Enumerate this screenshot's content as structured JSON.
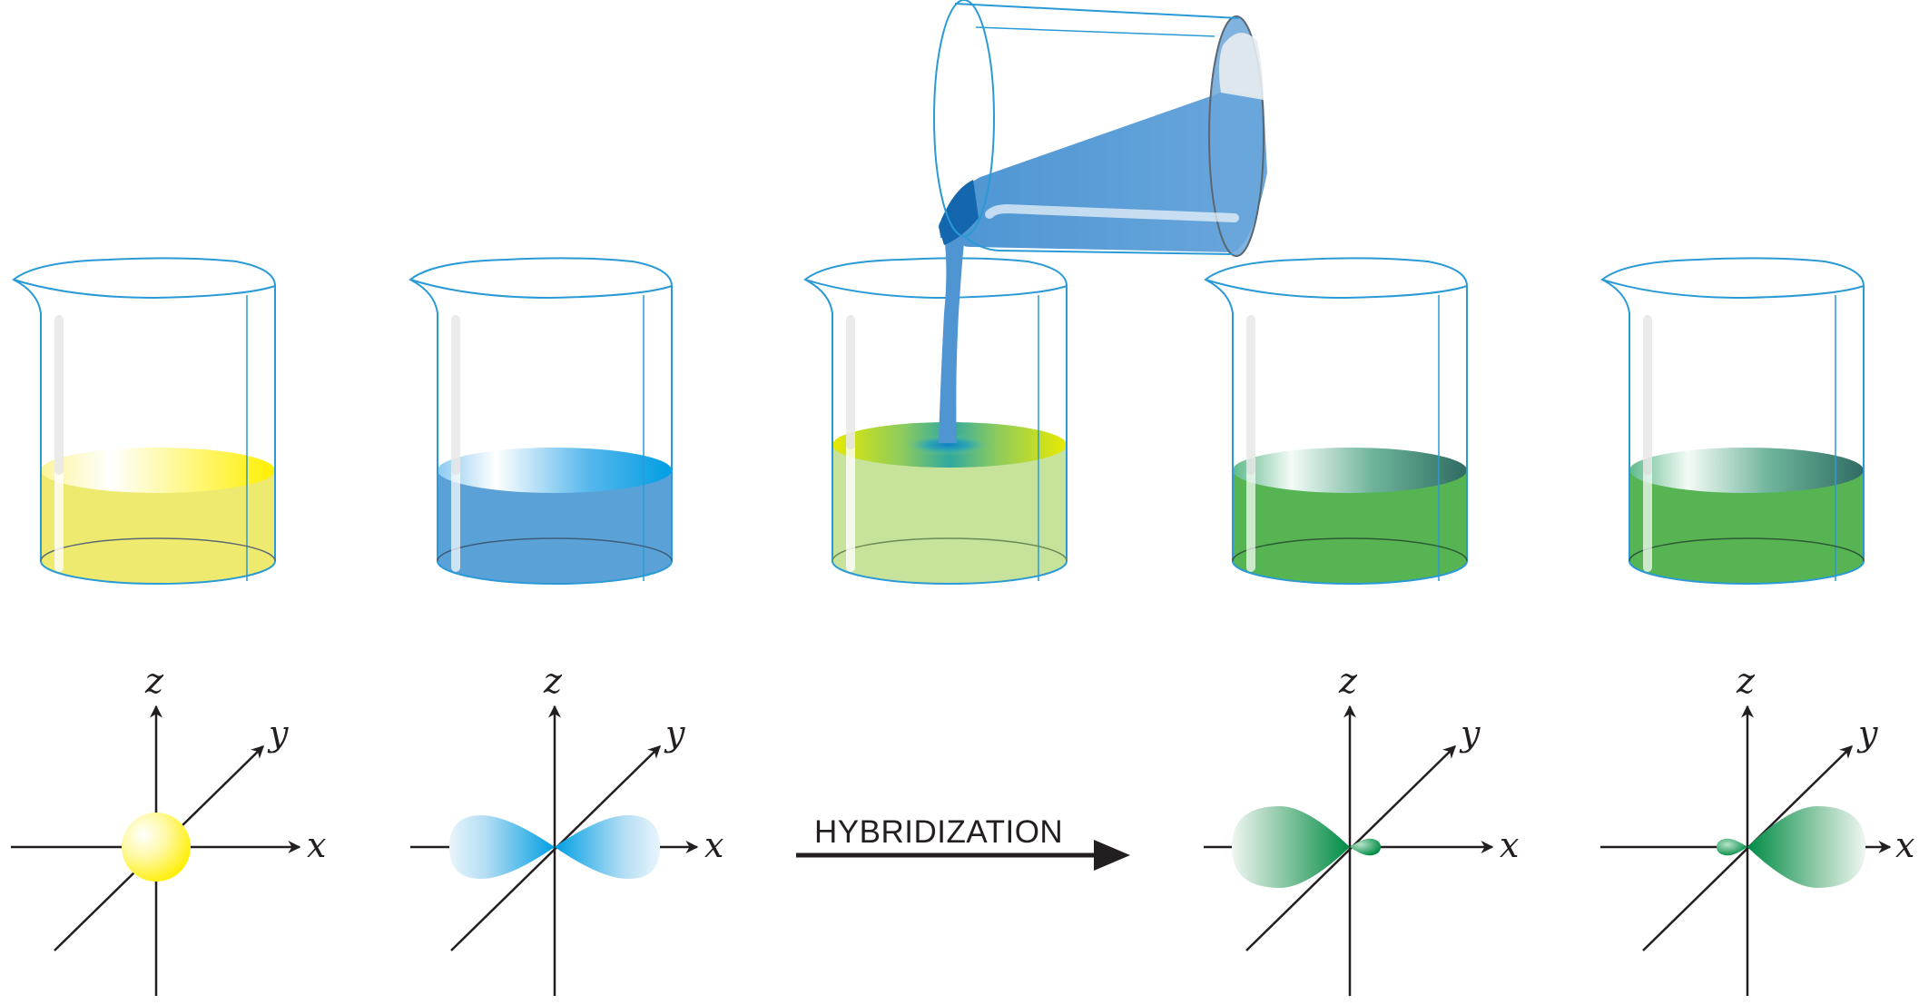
{
  "colors": {
    "yellow": "#ffff33",
    "blue": "#1ea5e8",
    "green": "#0b8a4a",
    "mixed": "#c9e39a",
    "glass": "#2a9ad6",
    "axis": "#231f20"
  },
  "beakers": [
    {
      "name": "yellow-liquid",
      "liquid": "yellow"
    },
    {
      "name": "blue-liquid",
      "liquid": "blue"
    },
    {
      "name": "mixing-liquid",
      "liquid": "yellow-green",
      "pouring": true
    },
    {
      "name": "green-liquid",
      "liquid": "green"
    },
    {
      "name": "green-liquid",
      "liquid": "green"
    }
  ],
  "pitcher": {
    "liquid": "blue",
    "action": "pouring"
  },
  "orbitals": [
    {
      "name": "s-orbital",
      "shape": "sphere",
      "color": "yellow"
    },
    {
      "name": "p-orbital",
      "shape": "dumbbell",
      "color": "blue"
    },
    {
      "name": "hybrid-orbital",
      "shape": "large-lobe-left",
      "color": "green"
    },
    {
      "name": "hybrid-orbital",
      "shape": "large-lobe-right",
      "color": "green"
    }
  ],
  "axes": {
    "x": "x",
    "y": "y",
    "z": "z"
  },
  "arrow": {
    "label": "HYBRIDIZATION"
  }
}
